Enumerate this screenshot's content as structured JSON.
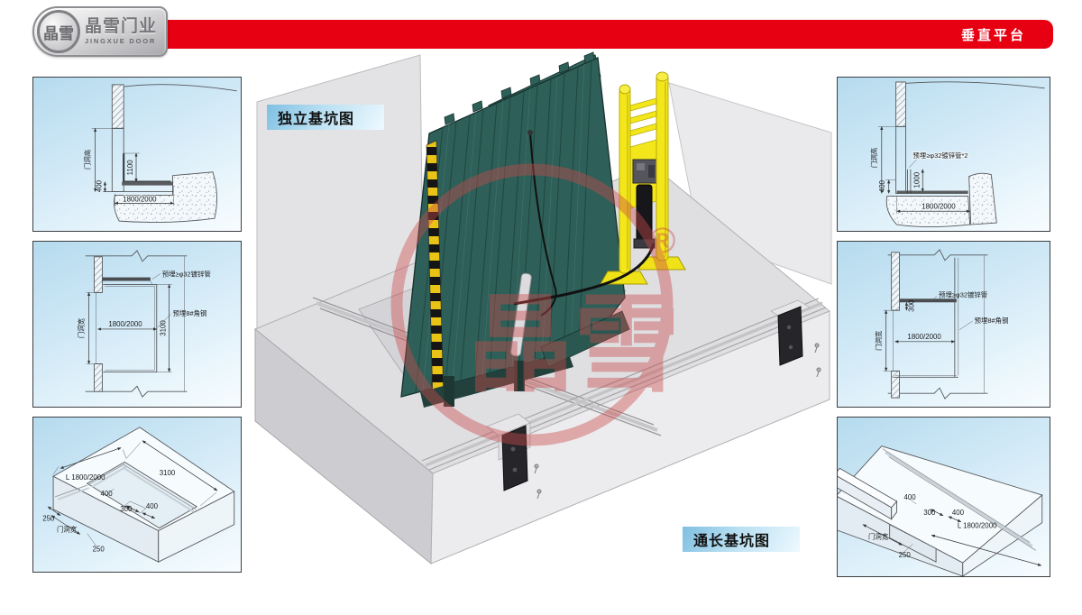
{
  "header": {
    "logo_cn": "晶雪门业",
    "logo_en": "JINGXUE DOOR",
    "title": "垂直平台"
  },
  "ribbons": {
    "independent": "独立基坑图",
    "through": "通长基坑图"
  },
  "watermark": {
    "cn": "晶雪",
    "reg": "®"
  },
  "panel_left_top": {
    "dim_door_height": "门洞高",
    "dim_1100": "1100",
    "dim_400": "400",
    "dim_width": "1800/2000"
  },
  "panel_left_mid": {
    "label_pipe": "预埋≥φ32镀锌管",
    "label_angle": "预埋8#角钢",
    "dim_width": "1800/2000",
    "dim_3100": "3100",
    "dim_door_width": "门洞宽"
  },
  "panel_left_bottom": {
    "dim_l": "L 1800/2000",
    "dim_3100": "3100",
    "dim_400a": "400",
    "dim_300": "300",
    "dim_400b": "400",
    "dim_250a": "250",
    "dim_door_width": "门洞宽",
    "dim_250b": "250"
  },
  "panel_right_top": {
    "dim_door_height": "门洞高",
    "label_pipe": "预埋≥φ32镀锌管*2",
    "dim_1000": "1000",
    "dim_400": "400",
    "dim_width": "1800/2000"
  },
  "panel_right_mid": {
    "label_pipe": "预埋≥φ32镀锌管",
    "dim_300": "300",
    "label_angle": "预埋8#角钢",
    "dim_width": "1800/2000",
    "dim_door_width": "门洞宽"
  },
  "panel_right_bottom": {
    "dim_400a": "400",
    "dim_300": "300",
    "dim_400b": "400",
    "dim_l": "L 1800/2000",
    "dim_door_width": "门洞宽",
    "dim_250": "250"
  },
  "colors": {
    "header_red": "#e60012",
    "ribbon_blue": "#8fc9e6",
    "leveler_teal": "#2e5f58",
    "guard_yellow": "#f2e71c",
    "watermark_red": "#cc4b4b"
  }
}
